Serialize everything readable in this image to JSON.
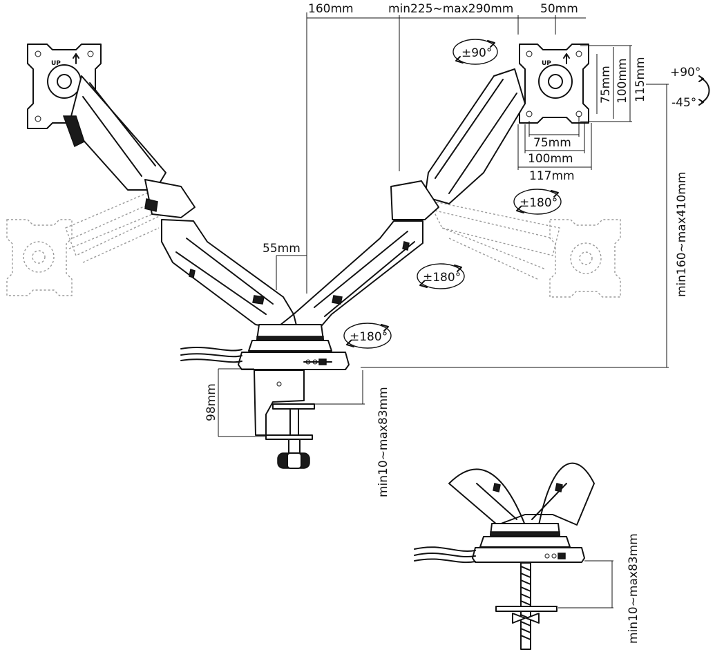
{
  "dimensions": {
    "top_offset": "160mm",
    "arm_length": "min225~max290mm",
    "vesa_offset": "50mm",
    "vesa_75_v": "75mm",
    "vesa_100_v": "100mm",
    "plate_height": "115mm",
    "vesa_75_h": "75mm",
    "vesa_100_h": "100mm",
    "plate_width": "117mm",
    "height_range": "min160~max410mm",
    "column_gap": "55mm",
    "clamp_height": "98mm",
    "clamp_range": "min10~max83mm",
    "grommet_range": "min10~max83mm"
  },
  "rotations": {
    "rotate_plate": "±90°",
    "tilt_up": "+90°",
    "tilt_down": "-45°",
    "swivel_head": "±180°",
    "swivel_elbow": "±180°",
    "swivel_base": "±180°"
  },
  "plate_labels": {
    "up_left": "UP",
    "up_right": "UP"
  }
}
